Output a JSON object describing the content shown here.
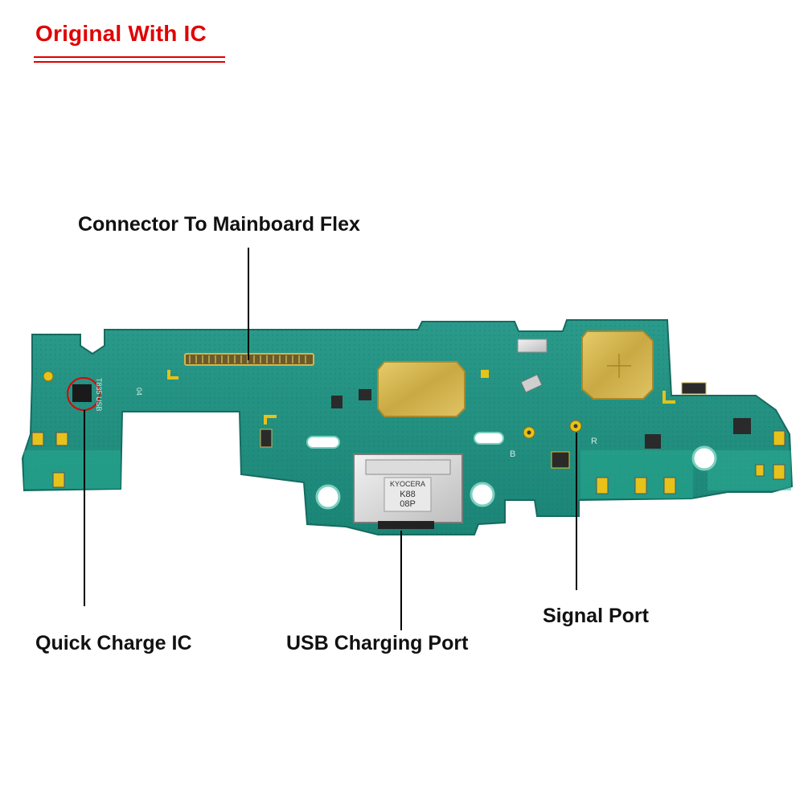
{
  "header": {
    "title": "Original With IC",
    "title_color": "#e10000"
  },
  "callouts": {
    "connector": "Connector To Mainboard Flex",
    "quick_charge": "Quick Charge IC",
    "usb_port": "USB Charging Port",
    "signal_port": "Signal Port"
  },
  "board": {
    "silkscreen_model": "T835 USB",
    "connector_brand": "KYOCERA",
    "connector_code_1": "K88",
    "connector_code_2": "08P",
    "marker_b": "B",
    "marker_r": "R",
    "silk_04": "04",
    "pcb_color": "#1f8f80",
    "gold_color": "#d4b550"
  }
}
